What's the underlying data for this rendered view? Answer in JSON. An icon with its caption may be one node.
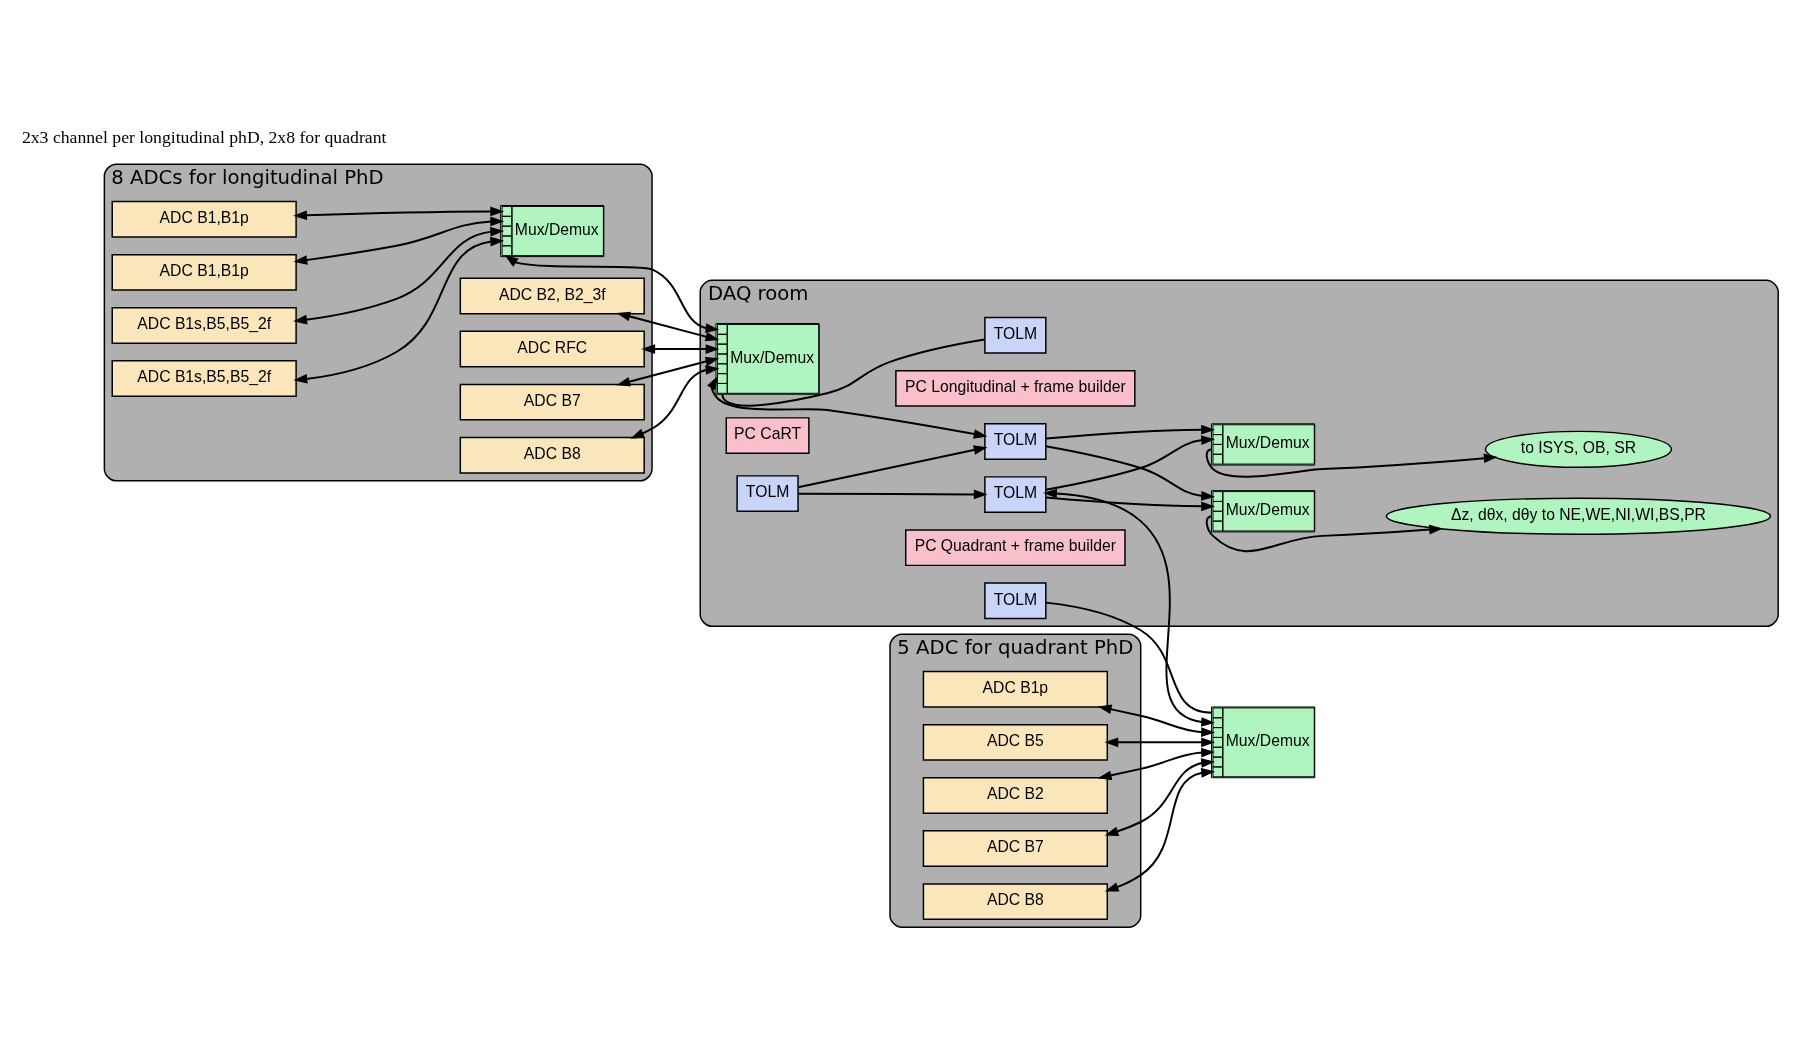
{
  "diagram": {
    "nodes": [
      {
        "text": [
          "8 ADCs for longitudinal PhD"
        ]
      },
      {
        "text": [
          "ADC B1,B1p"
        ],
        "in": 0
      },
      {
        "text": [
          "ADC B1,B1p"
        ],
        "in": 0
      },
      {
        "text": [
          "ADC B1s,B5,B5_2f"
        ],
        "in": 0
      },
      {
        "text": [
          "ADC B1s,B5,B5_2f"
        ],
        "in": 0
      },
      {
        "text": [
          "Mux/Demux"
        ],
        "in": 0
      },
      {
        "text": [
          "ADC B2, B2_3f"
        ],
        "in": 0
      },
      {
        "text": [
          "ADC RFC"
        ],
        "in": 0
      },
      {
        "text": [
          "ADC B7"
        ],
        "in": 0
      },
      {
        "text": [
          "ADC B8"
        ],
        "in": 0
      },
      {
        "text": [
          "5 ADC for quadrant PhD"
        ]
      },
      {
        "text": [
          "ADC B1p"
        ],
        "in": 10
      },
      {
        "text": [
          "ADC B5"
        ],
        "in": 10
      },
      {
        "text": [
          "ADC B2"
        ],
        "in": 10
      },
      {
        "text": [
          "ADC B7"
        ],
        "in": 10
      },
      {
        "text": [
          "ADC B8"
        ],
        "in": 10
      },
      {
        "text": [
          "DAQ room"
        ]
      },
      {
        "text": [
          "Mux/Demux"
        ],
        "in": 16
      },
      {
        "text": [
          "PC Longitudinal + frame builder"
        ],
        "in": 16
      },
      {
        "text": [
          "TOLM"
        ],
        "in": 16
      },
      {
        "text": [
          "TOLM"
        ],
        "in": 16
      },
      {
        "text": [
          "PC CaRT"
        ],
        "in": 16
      },
      {
        "text": [
          "TOLM"
        ],
        "in": 16
      },
      {
        "text": [
          "PC Quadrant + frame builder"
        ],
        "in": 16
      },
      {
        "text": [
          "TOLM"
        ],
        "in": 16
      },
      {
        "text": [
          "TOLM"
        ],
        "in": 16
      },
      {
        "text": [
          "Mux/Demux"
        ],
        "in": 16
      },
      {
        "text": [
          "Δz, dθx, dθy to NE,WE,NI,WI,BS,PR"
        ],
        "in": 16
      },
      {
        "text": [
          "Mux/Demux"
        ]
      },
      {
        "text": [
          "Mux/Demux"
        ],
        "in": 16
      },
      {
        "text": [
          "to ISYS, OB, SR"
        ],
        "in": 16
      }
    ],
    "edges": [
      {
        "from": 1,
        "to": 5,
        "arrow": "both"
      },
      {
        "from": 2,
        "to": 5,
        "arrow": "both"
      },
      {
        "from": 3,
        "to": 5,
        "arrow": "both"
      },
      {
        "from": 4,
        "to": 5,
        "arrow": "both"
      },
      {
        "from": 5,
        "to": 17,
        "arrow": "both"
      },
      {
        "from": 6,
        "to": 17,
        "arrow": "both"
      },
      {
        "from": 7,
        "to": 17,
        "arrow": "both"
      },
      {
        "from": 8,
        "to": 17,
        "arrow": "both"
      },
      {
        "from": 9,
        "to": 17,
        "arrow": "both"
      },
      {
        "from": 17,
        "to": 20,
        "arrow": "both"
      },
      {
        "from": 19,
        "to": 17,
        "arrow": "none"
      },
      {
        "from": 22,
        "to": 20,
        "arrow": "to"
      },
      {
        "from": 22,
        "to": 25,
        "arrow": "to"
      },
      {
        "from": 24,
        "to": 28,
        "arrow": "none"
      },
      {
        "from": 28,
        "to": 25,
        "arrow": "both"
      },
      {
        "from": 20,
        "to": 26,
        "arrow": "to"
      },
      {
        "from": 25,
        "to": 26,
        "arrow": "to"
      },
      {
        "from": 20,
        "to": 29,
        "arrow": "to"
      },
      {
        "from": 25,
        "to": 29,
        "arrow": "to"
      },
      {
        "from": 26,
        "to": 27,
        "arrow": "to"
      },
      {
        "from": 29,
        "to": 30,
        "arrow": "to"
      },
      {
        "from": 11,
        "to": 28,
        "arrow": "both"
      },
      {
        "from": 12,
        "to": 28,
        "arrow": "both"
      },
      {
        "from": 13,
        "to": 28,
        "arrow": "both"
      },
      {
        "from": 14,
        "to": 28,
        "arrow": "both"
      },
      {
        "from": 15,
        "to": 28,
        "arrow": "both"
      }
    ],
    "labels": [
      "2x3 channel per longitudinal phD, 2x8 for quadrant"
    ]
  }
}
